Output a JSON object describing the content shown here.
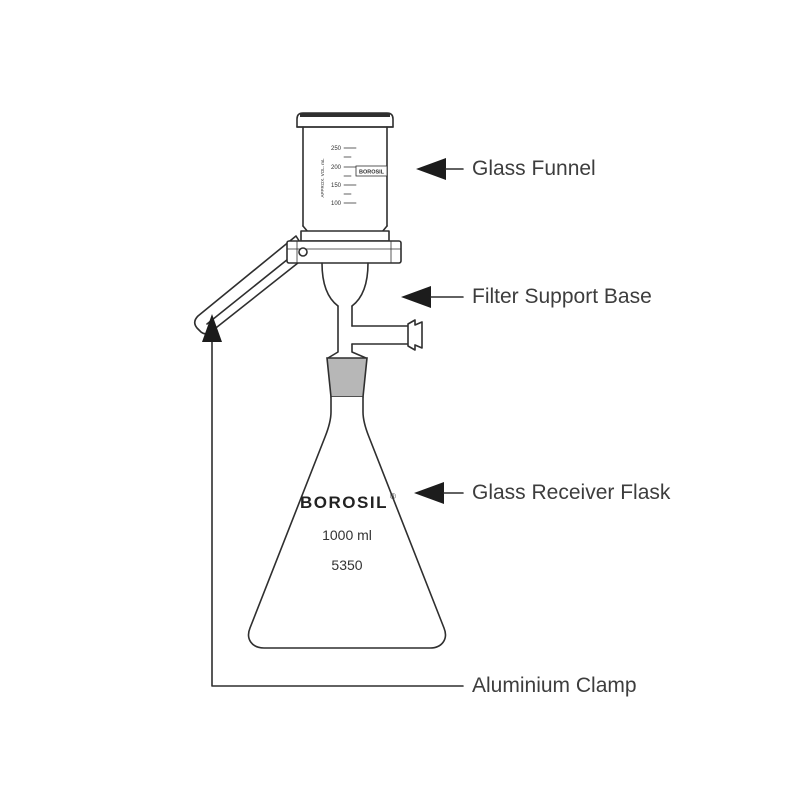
{
  "labels": {
    "funnel": "Glass Funnel",
    "support_base": "Filter Support Base",
    "flask": "Glass Receiver Flask",
    "clamp": "Aluminium Clamp"
  },
  "funnel": {
    "brand": "BOROSIL",
    "scale_caption": "APPROX. VOL. mL",
    "graduations": [
      "250",
      "200",
      "150",
      "100"
    ]
  },
  "flask": {
    "brand": "BOROSIL",
    "registered": "®",
    "capacity": "1000 ml",
    "model_number": "5350"
  },
  "colors": {
    "line": "#2f2f2f",
    "joint_fill": "#b7b7b7",
    "label_text": "#3d3d3d"
  }
}
